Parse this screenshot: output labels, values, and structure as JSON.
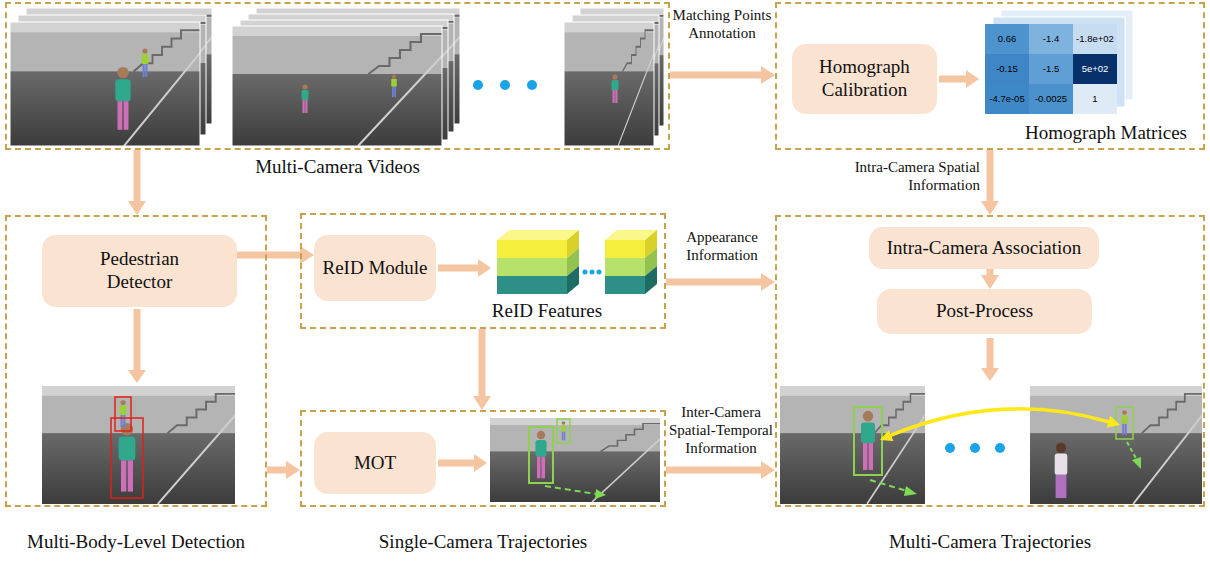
{
  "diagram": {
    "nodes": [
      {
        "text": [
          "Multi-Camera Videos"
        ]
      },
      {
        "text": [
          "Homograph Matrices"
        ]
      },
      {
        "text": [
          "Homograph Calibration"
        ],
        "in": 1
      },
      {
        "text": [
          "Multi-Body-Level Detection"
        ]
      },
      {
        "text": [
          "Pedestrian Detector"
        ],
        "in": 3
      },
      {
        "text": [
          "ReID Features"
        ]
      },
      {
        "text": [
          "ReID Module"
        ],
        "in": 5
      },
      {
        "text": [
          "Single-Camera Trajectories"
        ]
      },
      {
        "text": [
          "MOT"
        ],
        "in": 7
      },
      {
        "text": [
          "Multi-Camera Trajectories"
        ]
      },
      {
        "text": [
          "Intra-Camera Association"
        ],
        "in": 9
      },
      {
        "text": [
          "Post-Process"
        ],
        "in": 9
      }
    ],
    "edges": [
      {
        "from": 0,
        "to": 1,
        "label": "Matching Points Annotation",
        "arrow": "to"
      },
      {
        "from": 1,
        "to": 9,
        "label": "Intra-Camera Spatial Information",
        "arrow": "to"
      },
      {
        "from": 0,
        "to": 3,
        "arrow": "to"
      },
      {
        "from": 4,
        "to": 6,
        "arrow": "to"
      },
      {
        "from": 3,
        "to": 7,
        "arrow": "to"
      },
      {
        "from": 5,
        "to": 7,
        "arrow": "to"
      },
      {
        "from": 5,
        "to": 9,
        "label": "Appearance Information",
        "arrow": "to"
      },
      {
        "from": 7,
        "to": 9,
        "label": "Inter-Camera Spatial-Temporal Information",
        "arrow": "to"
      },
      {
        "from": 10,
        "to": 11,
        "arrow": "to"
      }
    ],
    "labels": [
      "0.66",
      "-1.4",
      "-1.8e+02",
      "-0.15",
      "-1.5",
      "5e+02",
      "-4.7e-05",
      "-0.0025",
      "1"
    ]
  }
}
